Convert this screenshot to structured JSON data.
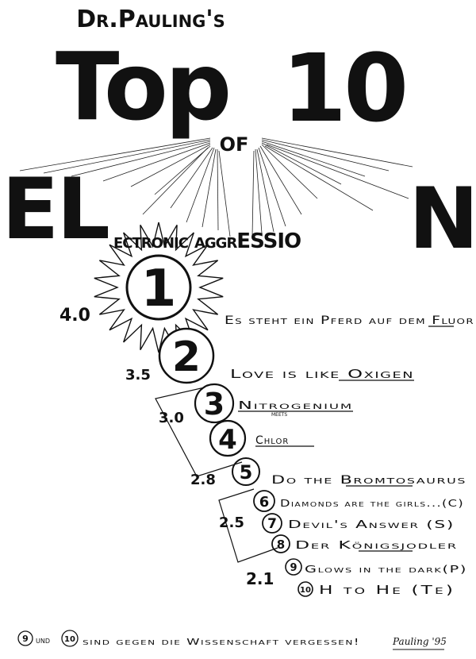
{
  "header": {
    "byline": "Dr.Pauling's",
    "title_top": "Top",
    "title_num": "10",
    "of": "of",
    "word_left": "EL",
    "word_middle": "ectronic aggrESSIO",
    "word_right": "N"
  },
  "entries": [
    {
      "rank": "1",
      "score": "4.0",
      "title": "Es steht ein Pferd auf dem Fluor"
    },
    {
      "rank": "2",
      "score": "3.5",
      "title": "Love is like Oxigen"
    },
    {
      "rank": "3",
      "score": "3.0",
      "title": "Nitrogenium",
      "subtitle": "meets"
    },
    {
      "rank": "4",
      "score": "",
      "title": "Chlor"
    },
    {
      "rank": "5",
      "score": "2.8",
      "title": "Do the Bromtosaurus"
    },
    {
      "rank": "6",
      "score": "2.5",
      "title": "Diamonds are the girls...(C)"
    },
    {
      "rank": "7",
      "score": "",
      "title": "Devil's Answer (S)"
    },
    {
      "rank": "8",
      "score": "",
      "title": "Der Königsjodler"
    },
    {
      "rank": "9",
      "score": "2.1",
      "title": "Glows in the dark(P)"
    },
    {
      "rank": "10",
      "score": "",
      "title": "H to He (Te)"
    }
  ],
  "footer": {
    "note_circle_a": "9",
    "note_and": "und",
    "note_circle_b": "10",
    "note_text": "sind gegen die Wissenschaft vergessen!",
    "signature": "Pauling '95"
  }
}
